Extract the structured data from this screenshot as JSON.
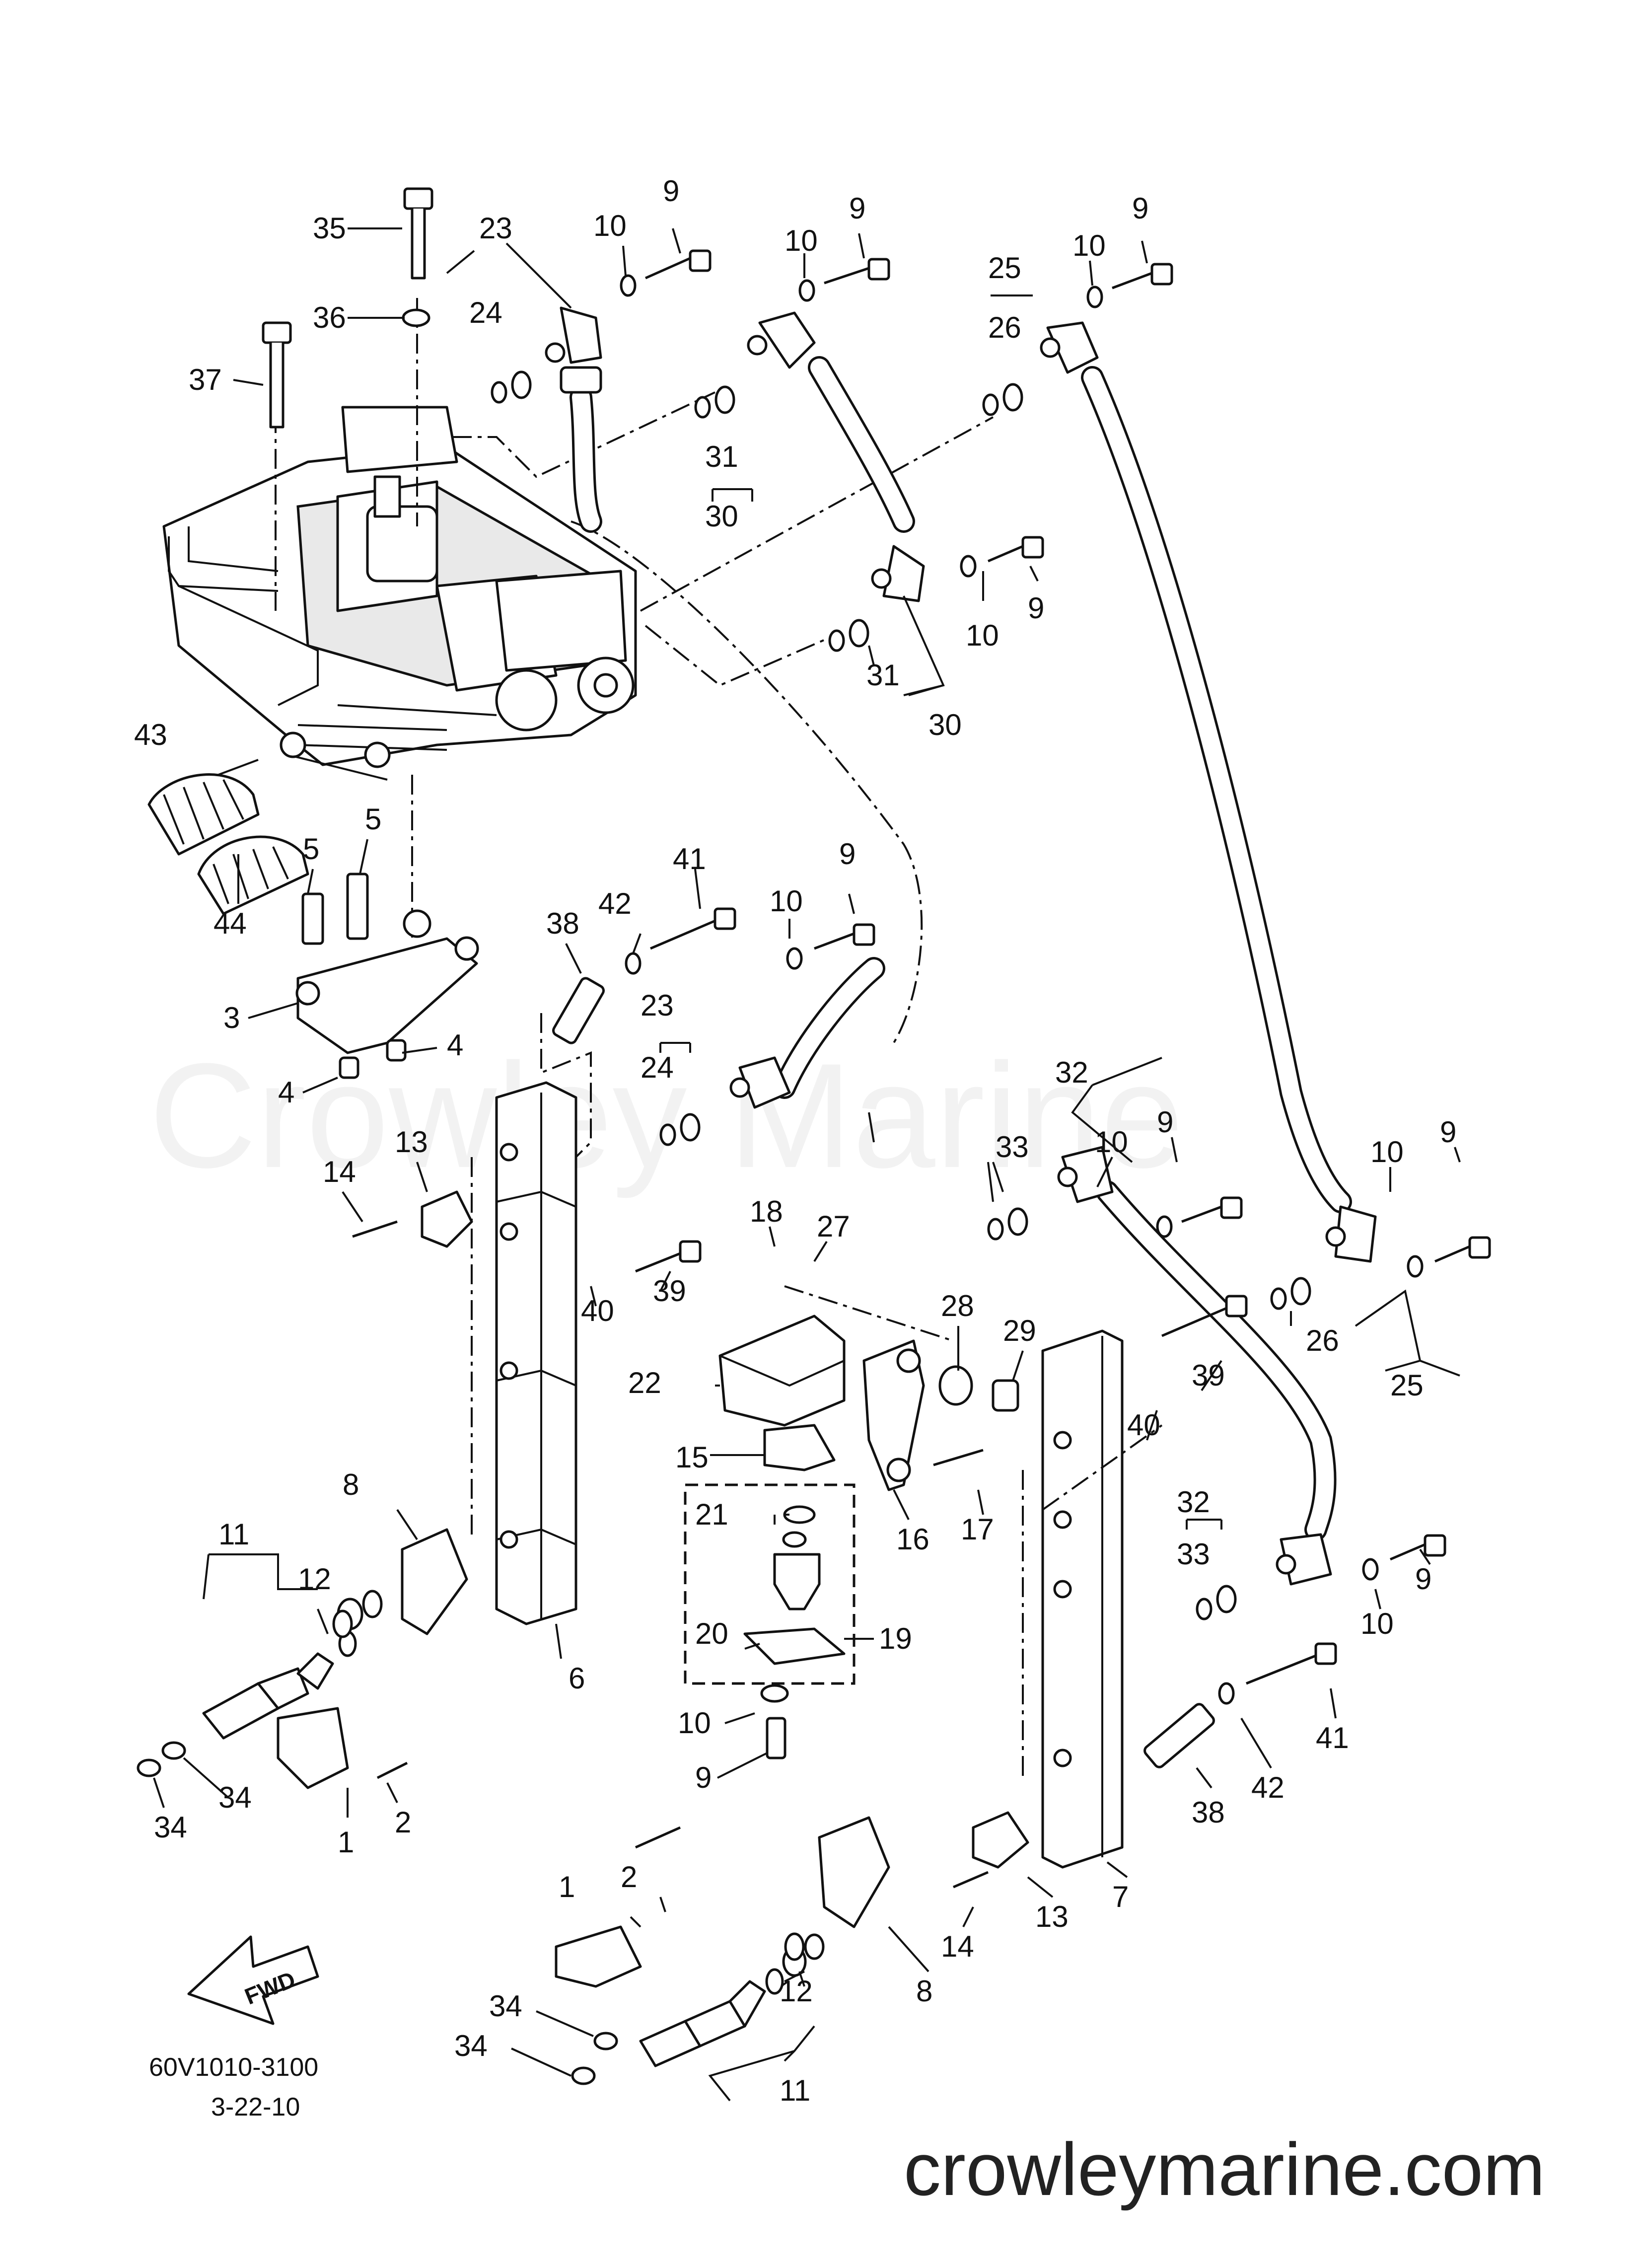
{
  "diagram": {
    "reference_code": "60V1010-3100",
    "date": "3-22-10",
    "fwd_label": "FWD",
    "watermark": "Crowley Marine",
    "site": "crowleymarine.com",
    "part_numbers": [
      "1",
      "2",
      "3",
      "4",
      "5",
      "6",
      "7",
      "8",
      "9",
      "10",
      "11",
      "12",
      "13",
      "14",
      "15",
      "16",
      "17",
      "18",
      "19",
      "20",
      "21",
      "22",
      "23",
      "24",
      "25",
      "26",
      "27",
      "28",
      "29",
      "30",
      "31",
      "32",
      "33",
      "34",
      "35",
      "36",
      "37",
      "38",
      "39",
      "40",
      "41",
      "42",
      "43",
      "44"
    ]
  }
}
